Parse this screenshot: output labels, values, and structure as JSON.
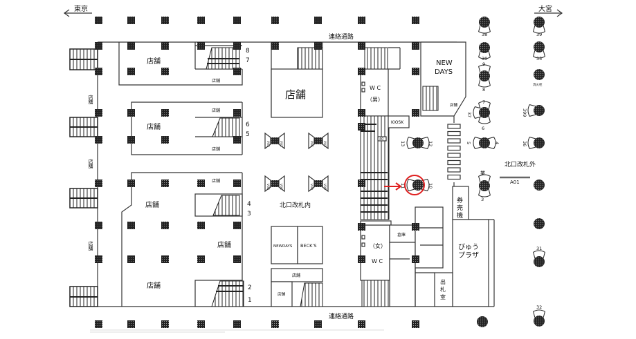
{
  "directions": {
    "left": "東京",
    "right": "大宮"
  },
  "corridor": {
    "top": "連絡通路",
    "bottom": "連絡通路"
  },
  "areas": {
    "inside": "北口改札内",
    "outside": "北口改札外",
    "exit_code": "A01"
  },
  "shops": {
    "shop": "店舗",
    "main_shop": "店舗",
    "newdays_big": [
      "NEW",
      "DAYS"
    ],
    "newdays_small": "NEWDAYS",
    "becks": "BECK’S",
    "kiosk": "KIOSK",
    "locker_no": "40"
  },
  "facilities": {
    "wc_men": [
      "W C",
      "（男）"
    ],
    "wc_women": [
      "（女）",
      "W C"
    ],
    "storage": "倉庫",
    "ticket_machine": [
      "券",
      "売",
      "機"
    ],
    "view_plaza": [
      "びゅう",
      "プラザ"
    ],
    "ticket_office": [
      "出",
      "札",
      "室"
    ],
    "hydrant": "消火栓"
  },
  "stairs": [
    "1",
    "2",
    "3",
    "4",
    "5",
    "6",
    "7",
    "8"
  ],
  "gates": [
    {
      "l": "V03",
      "r": "V02"
    },
    {
      "l": "V06",
      "r": "V01"
    },
    {
      "l": "V08",
      "r": "V04"
    },
    {
      "l": "V09",
      "r": "V05"
    }
  ],
  "cameras": {
    "c38": "38",
    "c39": "39",
    "c30": "30",
    "c35": "35",
    "c9": "9",
    "c8": "8",
    "c7": "7",
    "c37": "37",
    "c6": "6",
    "c399": "399",
    "c13": "13",
    "c12": "12",
    "c5": "5",
    "c4": "4",
    "c36": "36",
    "c11": "11",
    "c10": "10",
    "c_top": "業",
    "c3": "3",
    "c31": "31",
    "c32": "32"
  },
  "highlight": {
    "target": "11",
    "color": "#e02020"
  }
}
